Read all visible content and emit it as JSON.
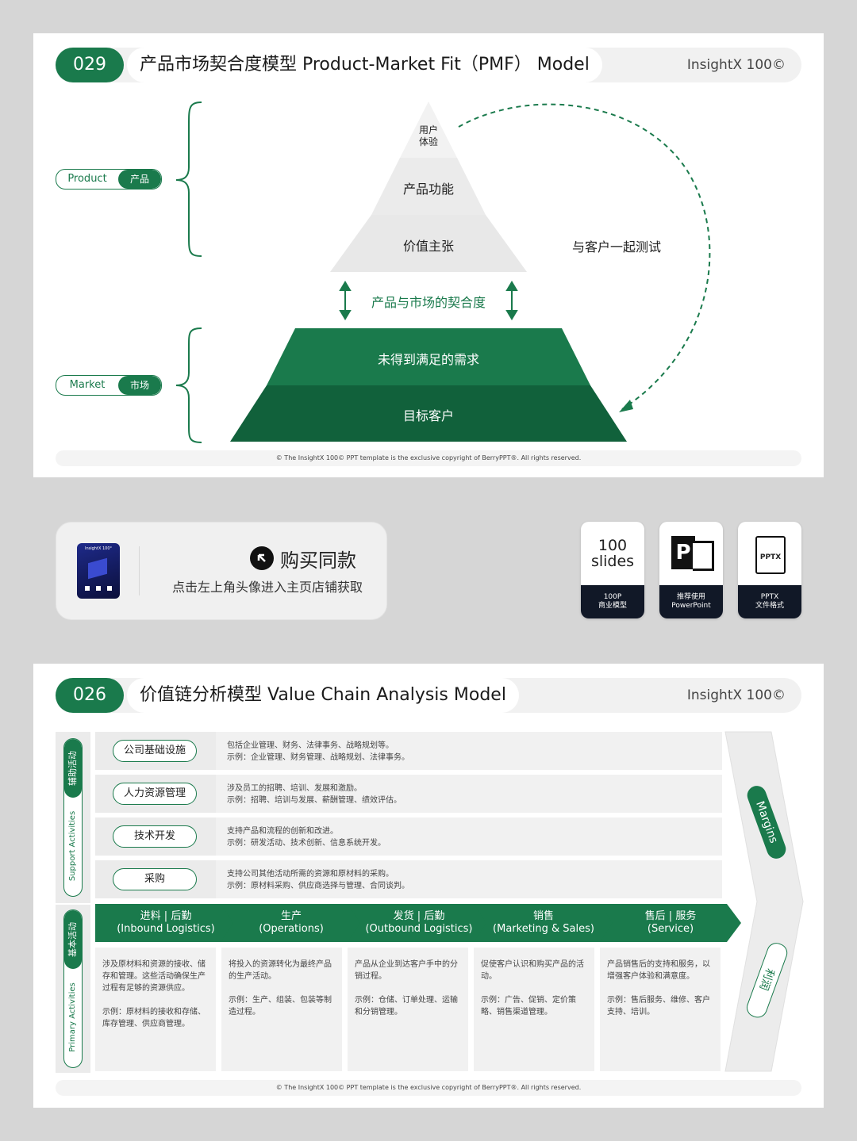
{
  "slide1": {
    "number": "029",
    "title": "产品市场契合度模型 Product-Market Fit（PMF） Model",
    "brand": "InsightX 100©",
    "product_tag": {
      "en": "Product",
      "zh": "产品"
    },
    "market_tag": {
      "en": "Market",
      "zh": "市场"
    },
    "pyramid_levels": [
      "用户\n体验",
      "产品功能",
      "价值主张",
      "产品与市场的契合度",
      "未得到满足的需求",
      "目标客户"
    ],
    "side_label": "与客户一起测试",
    "footer": "© The InsightX 100© PPT template is the exclusive copyright of BerryPPT®. All rights reserved.",
    "colors": {
      "green": "#1a7a4c",
      "dark_green": "#11613b"
    }
  },
  "promo": {
    "buy_label": "购买同款",
    "buy_hint": "点击左上角头像进入主页店铺获取",
    "thumb_text": "InsightX 100°",
    "tiles": [
      {
        "top": "100\nslides",
        "bottom1": "100P",
        "bottom2": "商业模型"
      },
      {
        "top": "P",
        "bottom1": "推荐使用",
        "bottom2": "PowerPoint"
      },
      {
        "top": "PPTX",
        "bottom1": "PPTX",
        "bottom2": "文件格式"
      }
    ]
  },
  "slide2": {
    "number": "026",
    "title": "价值链分析模型 Value Chain Analysis Model",
    "brand": "InsightX 100©",
    "support_label": {
      "zh": "辅助活动",
      "en": "Support Activities"
    },
    "primary_label": {
      "zh": "基本活动",
      "en": "Primary Activities"
    },
    "support_rows": [
      {
        "name": "公司基础设施",
        "line1": "包括企业管理、财务、法律事务、战略规划等。",
        "line2": "示例：企业管理、财务管理、战略规划、法律事务。"
      },
      {
        "name": "人力资源管理",
        "line1": "涉及员工的招聘、培训、发展和激励。",
        "line2": "示例：招聘、培训与发展、薪酬管理、绩效评估。"
      },
      {
        "name": "技术开发",
        "line1": "支持产品和流程的创新和改进。",
        "line2": "示例：研发活动、技术创新、信息系统开发。"
      },
      {
        "name": "采购",
        "line1": "支持公司其他活动所需的资源和原材料的采购。",
        "line2": "示例：原材料采购、供应商选择与管理、合同谈判。"
      }
    ],
    "primary": [
      {
        "zh": "进料 | 后勤",
        "en": "(Inbound Logistics)",
        "desc1": "涉及原材料和资源的接收、储存和管理。这些活动确保生产过程有足够的资源供应。",
        "desc2": "示例：原材料的接收和存储、库存管理、供应商管理。"
      },
      {
        "zh": "生产",
        "en": "(Operations)",
        "desc1": "将投入的资源转化为最终产品的生产活动。",
        "desc2": "示例：生产、组装、包装等制造过程。"
      },
      {
        "zh": "发货 | 后勤",
        "en": "(Outbound Logistics)",
        "desc1": "产品从企业到达客户手中的分销过程。",
        "desc2": "示例：仓储、订单处理、运输和分销管理。"
      },
      {
        "zh": "销售",
        "en": "(Marketing & Sales)",
        "desc1": "促使客户认识和购买产品的活动。",
        "desc2": "示例：广告、促销、定价策略、销售渠道管理。"
      },
      {
        "zh": "售后 | 服务",
        "en": "(Service)",
        "desc1": "产品销售后的支持和服务，以增强客户体验和满意度。",
        "desc2": "示例：售后服务、维修、客户支持、培训。"
      }
    ],
    "margins_en": "Margins",
    "margins_zh": "利润",
    "footer": "© The InsightX 100© PPT template is the exclusive copyright of BerryPPT®. All rights reserved."
  }
}
